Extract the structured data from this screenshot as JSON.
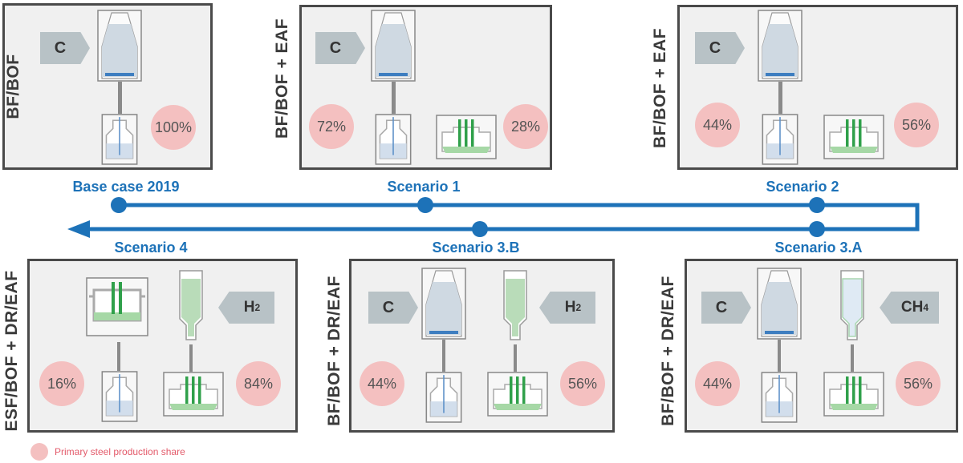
{
  "panels": {
    "base": {
      "route": "BF/BOF",
      "carbon": "C",
      "share_bof": "100%"
    },
    "s1": {
      "route": "BF/BOF + EAF",
      "carbon": "C",
      "share_bof": "72%",
      "share_eaf": "28%"
    },
    "s2": {
      "route": "BF/BOF + EAF",
      "carbon": "C",
      "share_bof": "44%",
      "share_eaf": "56%"
    },
    "s4": {
      "route": "ESF/BOF + DR/EAF",
      "h2_main": "H",
      "h2_sub": "2",
      "share_bof": "16%",
      "share_eaf": "84%"
    },
    "s3b": {
      "route": "BF/BOF + DR/EAF",
      "carbon": "C",
      "h2_main": "H",
      "h2_sub": "2",
      "share_bof": "44%",
      "share_eaf": "56%"
    },
    "s3a": {
      "route": "BF/BOF + DR/EAF",
      "carbon": "C",
      "ch4_main": "CH",
      "ch4_sub": "4",
      "share_bof": "44%",
      "share_eaf": "56%"
    }
  },
  "timeline": {
    "base": "Base case 2019",
    "s1": "Scenario 1",
    "s2": "Scenario 2",
    "s3a": "Scenario 3.A",
    "s3b": "Scenario 3.B",
    "s4": "Scenario 4",
    "line_color": "#1d72b8"
  },
  "legend": {
    "label": "Primary steel production share"
  },
  "colors": {
    "share_circle": "#f4c0c0",
    "arrow_fill": "#b8c2c6",
    "panel_fill": "#f0f0f0"
  }
}
